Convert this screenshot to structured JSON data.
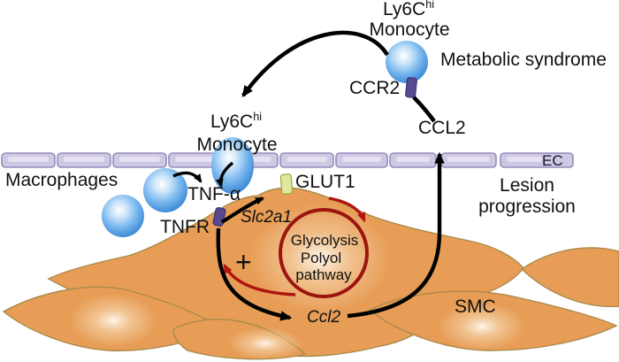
{
  "figure": {
    "top": {
      "cell_line1": "Ly6C",
      "cell_sup": "hi",
      "cell_line2": "Monocyte",
      "condition": "Metabolic syndrome",
      "receptor": "CCR2",
      "chemokine": "CCL2"
    },
    "vessel": {
      "ec": "EC"
    },
    "right": {
      "outcome1": "Lesion",
      "outcome2": "progression"
    },
    "left": {
      "title": "Macrophages"
    },
    "mid": {
      "cell_line1": "Ly6C",
      "cell_sup": "hi",
      "cell_line2": "Monocyte",
      "cytokine": "TNF-α",
      "receptor": "TNFR"
    },
    "smc": {
      "transporter": "GLUT1",
      "gene": "Slc2a1",
      "cycle1": "Glycolysis",
      "cycle2": "Polyol",
      "cycle3": "pathway",
      "plus": "+",
      "gene2": "Ccl2",
      "label": "SMC"
    },
    "colors": {
      "monocyte_blue": "#4F9BDF",
      "smc_orange": "#E79D56",
      "smc_border": "#A98A4B",
      "ec_fill": "#CFC8E3",
      "ec_border": "#968BBD",
      "receptor_purple": "#584A8E",
      "glut1_green": "#DFE79B",
      "cycle_red": "#9B1410",
      "arrow_black": "#000000"
    }
  }
}
